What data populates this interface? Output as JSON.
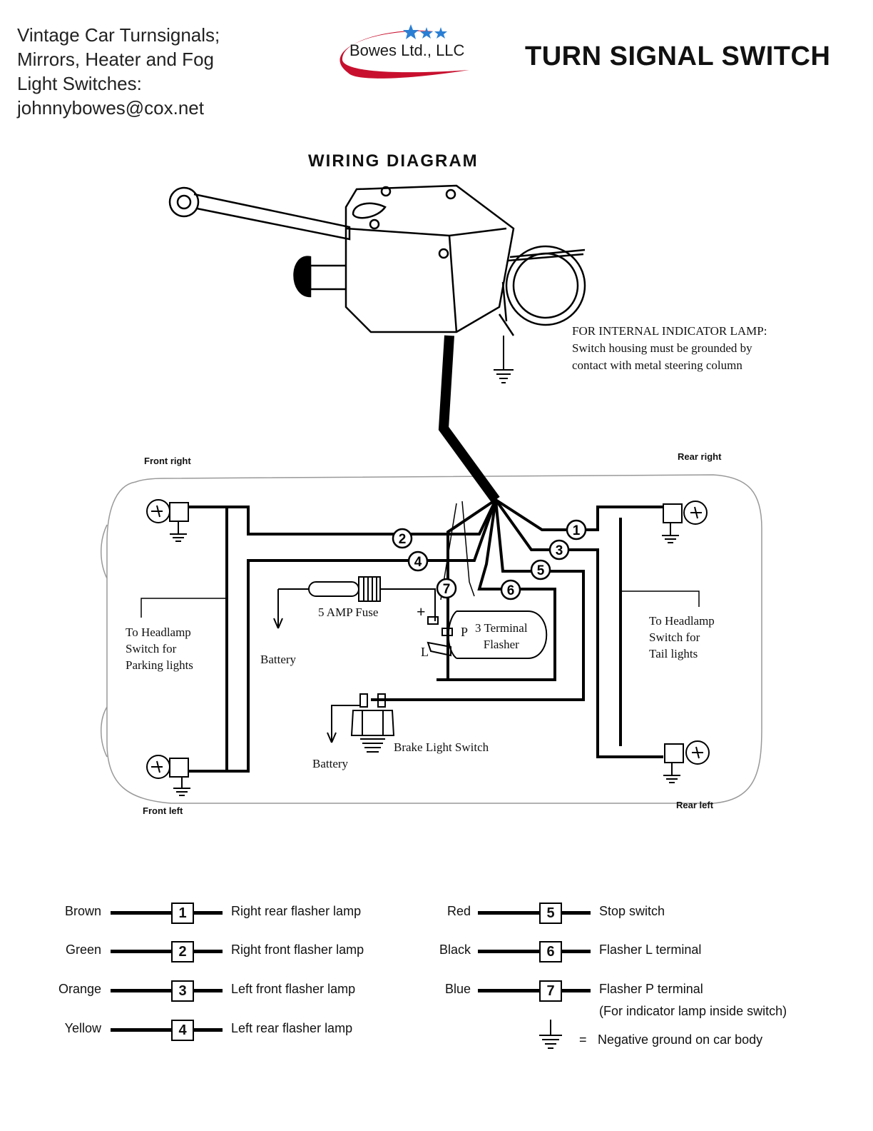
{
  "header": {
    "contact_lines": [
      "Vintage Car Turnsignals;",
      "Mirrors, Heater and Fog",
      "Light Switches:",
      "johnnybowes@cox.net"
    ],
    "logo_text": "Bowes Ltd., LLC",
    "title": "TURN SIGNAL SWITCH"
  },
  "diagram": {
    "title": "WIRING DIAGRAM",
    "note_lines": [
      "FOR INTERNAL INDICATOR LAMP:",
      "Switch housing must be grounded by",
      "contact with metal steering column"
    ],
    "corners": {
      "front_right": "Front right",
      "rear_right": "Rear right",
      "front_left": "Front left",
      "rear_left": "Rear left"
    },
    "labels": {
      "headlamp_parking": [
        "To Headlamp",
        "Switch for",
        "Parking lights"
      ],
      "headlamp_tail": [
        "To Headlamp",
        "Switch for",
        "Tail lights"
      ],
      "fuse": "5 AMP Fuse",
      "battery_1": "Battery",
      "battery_2": "Battery",
      "flasher": [
        "3 Terminal",
        "Flasher"
      ],
      "brake_switch": "Brake Light Switch",
      "flasher_plus": "+",
      "flasher_p": "P",
      "flasher_l": "L"
    },
    "wire_numbers": [
      "1",
      "2",
      "3",
      "4",
      "5",
      "6",
      "7"
    ]
  },
  "legend": {
    "left": [
      {
        "color": "Brown",
        "num": "1",
        "desc": "Right rear flasher lamp"
      },
      {
        "color": "Green",
        "num": "2",
        "desc": "Right front flasher lamp"
      },
      {
        "color": "Orange",
        "num": "3",
        "desc": "Left front flasher lamp"
      },
      {
        "color": "Yellow",
        "num": "4",
        "desc": "Left rear flasher lamp"
      }
    ],
    "right": [
      {
        "color": "Red",
        "num": "5",
        "desc": "Stop switch"
      },
      {
        "color": "Black",
        "num": "6",
        "desc": "Flasher L terminal"
      },
      {
        "color": "Blue",
        "num": "7",
        "desc": "Flasher P terminal",
        "desc2": "(For indicator lamp inside switch)"
      }
    ],
    "ground_eq": "=",
    "ground_desc": "Negative ground on car body"
  },
  "colors": {
    "logo_swoosh": "#c8102e",
    "logo_stars": "#2a7fd4"
  }
}
